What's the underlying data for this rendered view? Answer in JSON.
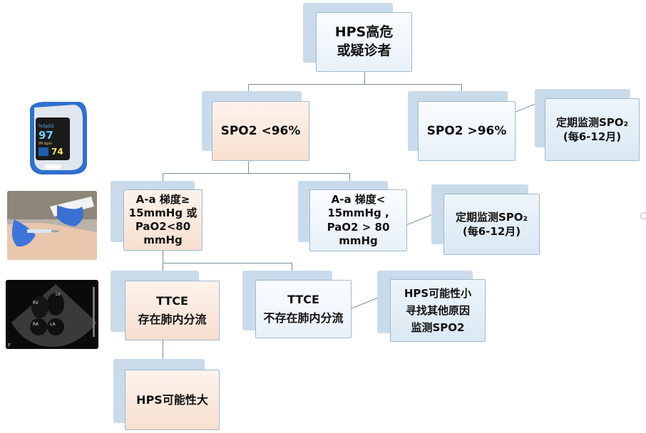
{
  "nodes": {
    "root": {
      "line1": "HPS高危",
      "line2": "或疑诊者"
    },
    "spo2_low": "SPO2 <96%",
    "spo2_high": "SPO2 >96%",
    "monitor_top": {
      "line1": "定期监测SPO₂",
      "line2": "(每6-12月)"
    },
    "aa_high": {
      "lines": [
        "A-a 梯度≥",
        "15mmHg 或",
        "PaO2<80",
        "mmHg"
      ]
    },
    "aa_low": {
      "lines": [
        "A-a 梯度<",
        "15mmHg ,",
        "PaO2 > 80",
        "mmHg"
      ]
    },
    "monitor_mid": {
      "line1": "定期监测SPO₂",
      "line2": "(每6-12月)"
    },
    "ttce_pos": {
      "line1": "TTCE",
      "line2": "存在肺内分流"
    },
    "ttce_neg": {
      "line1": "TTCE",
      "line2": "不存在肺内分流"
    },
    "hps_unlikely": {
      "lines": [
        "HPS可能性小",
        "寻找其他原因",
        "监测SPO2"
      ]
    },
    "hps_likely": "HPS可能性大"
  },
  "images": {
    "oximeter_reading_1": "97",
    "oximeter_reading_2": "74",
    "echo_labels": [
      "LV",
      "RV",
      "RA",
      "LA"
    ],
    "echo_corner": "F"
  },
  "colors": {
    "orange_fill": "#f7dfcf",
    "blue_fill": "#e8f1f9",
    "border": "#9fb9cf",
    "connector": "#7a8d9e"
  }
}
